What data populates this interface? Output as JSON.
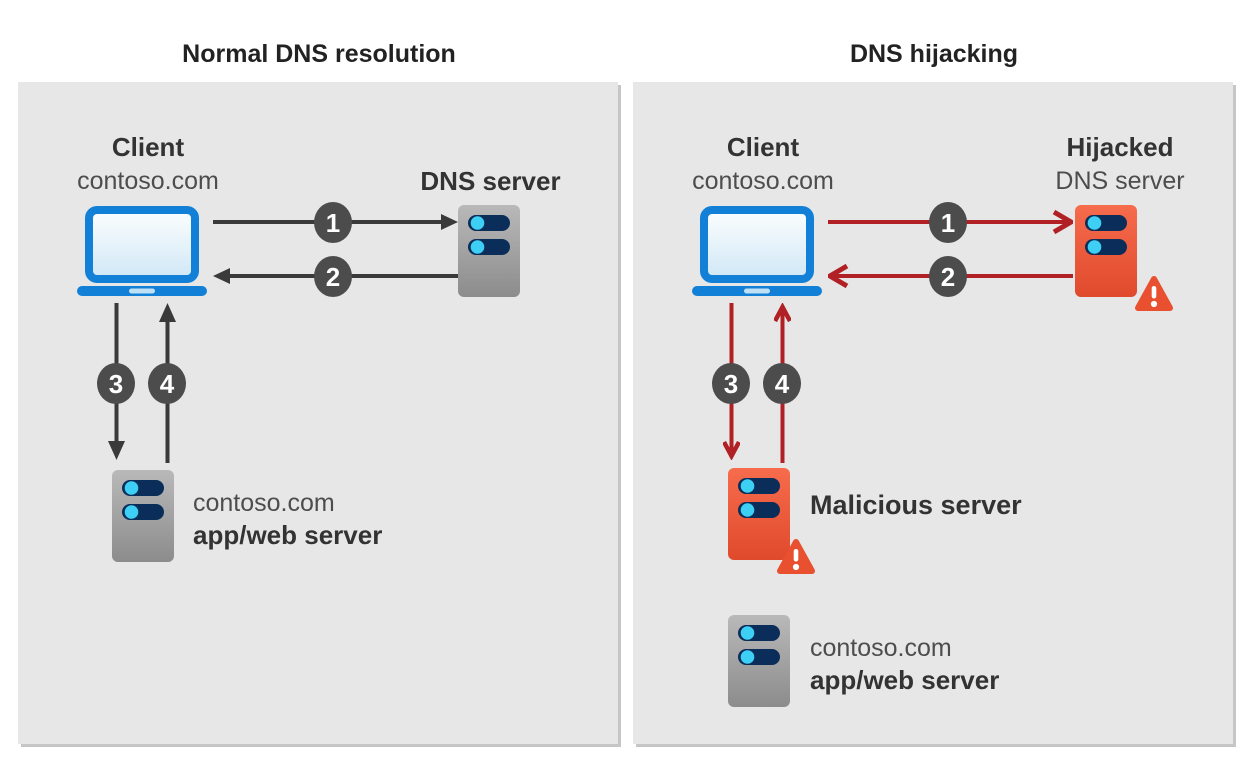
{
  "titles": {
    "left": "Normal DNS resolution",
    "right": "DNS hijacking"
  },
  "left": {
    "client_name": "Client",
    "client_domain": "contoso.com",
    "dns_label": "DNS server",
    "badges": [
      "1",
      "2",
      "3",
      "4"
    ],
    "app_line1": "contoso.com",
    "app_line2": "app/web server"
  },
  "right": {
    "client_name": "Client",
    "client_domain": "contoso.com",
    "dns_label_line1": "Hijacked",
    "dns_label_line2": "DNS server",
    "badges": [
      "1",
      "2",
      "3",
      "4"
    ],
    "malicious_label": "Malicious server",
    "app_line1": "contoso.com",
    "app_line2": "app/web server"
  },
  "icons": [
    "laptop-icon",
    "server-icon",
    "hijacked-server-icon",
    "malicious-server-icon",
    "warning-triangle-icon",
    "arrow-right-icon",
    "arrow-left-icon",
    "arrow-down-icon",
    "arrow-up-icon"
  ],
  "colors": {
    "panel_background": "#e7e7e7",
    "arrow_gray": "#3a3a3a",
    "arrow_red": "#b02024",
    "badge_gray": "#4c4c4c",
    "laptop_blue": "#1380d8",
    "server_gray": "#a3a3a3",
    "server_orange": "#ec5a38",
    "disk_navy": "#0b2d59",
    "disk_dot_cyan": "#3ed0f4",
    "title_text": "#222222",
    "label_bold_text": "#333333",
    "label_regular_text": "#4d4d4d"
  }
}
